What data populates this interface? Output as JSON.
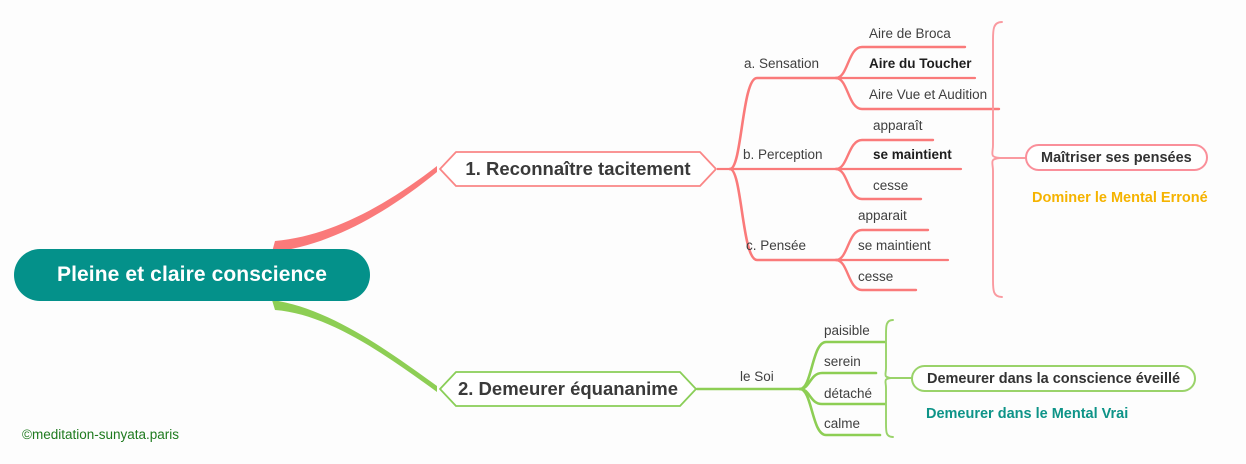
{
  "page": {
    "background_color": "#fdfdfd",
    "watermark": "©meditation-sunyata.paris"
  },
  "colors": {
    "teal": "#04918a",
    "red_branch": "#fa7a7a",
    "red_border": "#fa8686",
    "green_branch": "#8dce54",
    "green_border": "#8ace58",
    "gold": "#f5b300",
    "teal_text": "#0e9488",
    "watermark_green": "#1e7a1e",
    "text_dark": "#3a3a3a"
  },
  "central": {
    "label": "Pleine et claire conscience"
  },
  "branches": [
    {
      "id": "branch-1",
      "label": "1. Reconnaître tacitement",
      "accent": "#fa7a7a",
      "groups": [
        {
          "label": "a. Sensation",
          "items": [
            {
              "label": "Aire de Broca",
              "emphasis": false
            },
            {
              "label": "Aire du Toucher",
              "emphasis": true
            },
            {
              "label": "Aire Vue et Audition",
              "emphasis": false
            }
          ]
        },
        {
          "label": "b. Perception",
          "items": [
            {
              "label": "apparaît",
              "emphasis": false
            },
            {
              "label": "se maintient",
              "emphasis": true
            },
            {
              "label": "cesse",
              "emphasis": false
            }
          ]
        },
        {
          "label": "c. Pensée",
          "items": [
            {
              "label": "apparait",
              "emphasis": false
            },
            {
              "label": "se maintient",
              "emphasis": false
            },
            {
              "label": "cesse",
              "emphasis": false
            }
          ]
        }
      ],
      "callouts": {
        "pill": "Maîtriser ses pensées",
        "caption": "Dominer le Mental Erroné",
        "caption_color": "#f5b300"
      }
    },
    {
      "id": "branch-2",
      "label": "2. Demeurer équananime",
      "accent": "#8dce54",
      "groups": [
        {
          "label": "le Soi",
          "items": [
            {
              "label": "paisible",
              "emphasis": false
            },
            {
              "label": "serein",
              "emphasis": false
            },
            {
              "label": "détaché",
              "emphasis": false
            },
            {
              "label": "calme",
              "emphasis": false
            }
          ]
        }
      ],
      "callouts": {
        "pill": "Demeurer dans la conscience éveillé",
        "caption": "Demeurer dans le Mental Vrai",
        "caption_color": "#0e9488"
      }
    }
  ]
}
